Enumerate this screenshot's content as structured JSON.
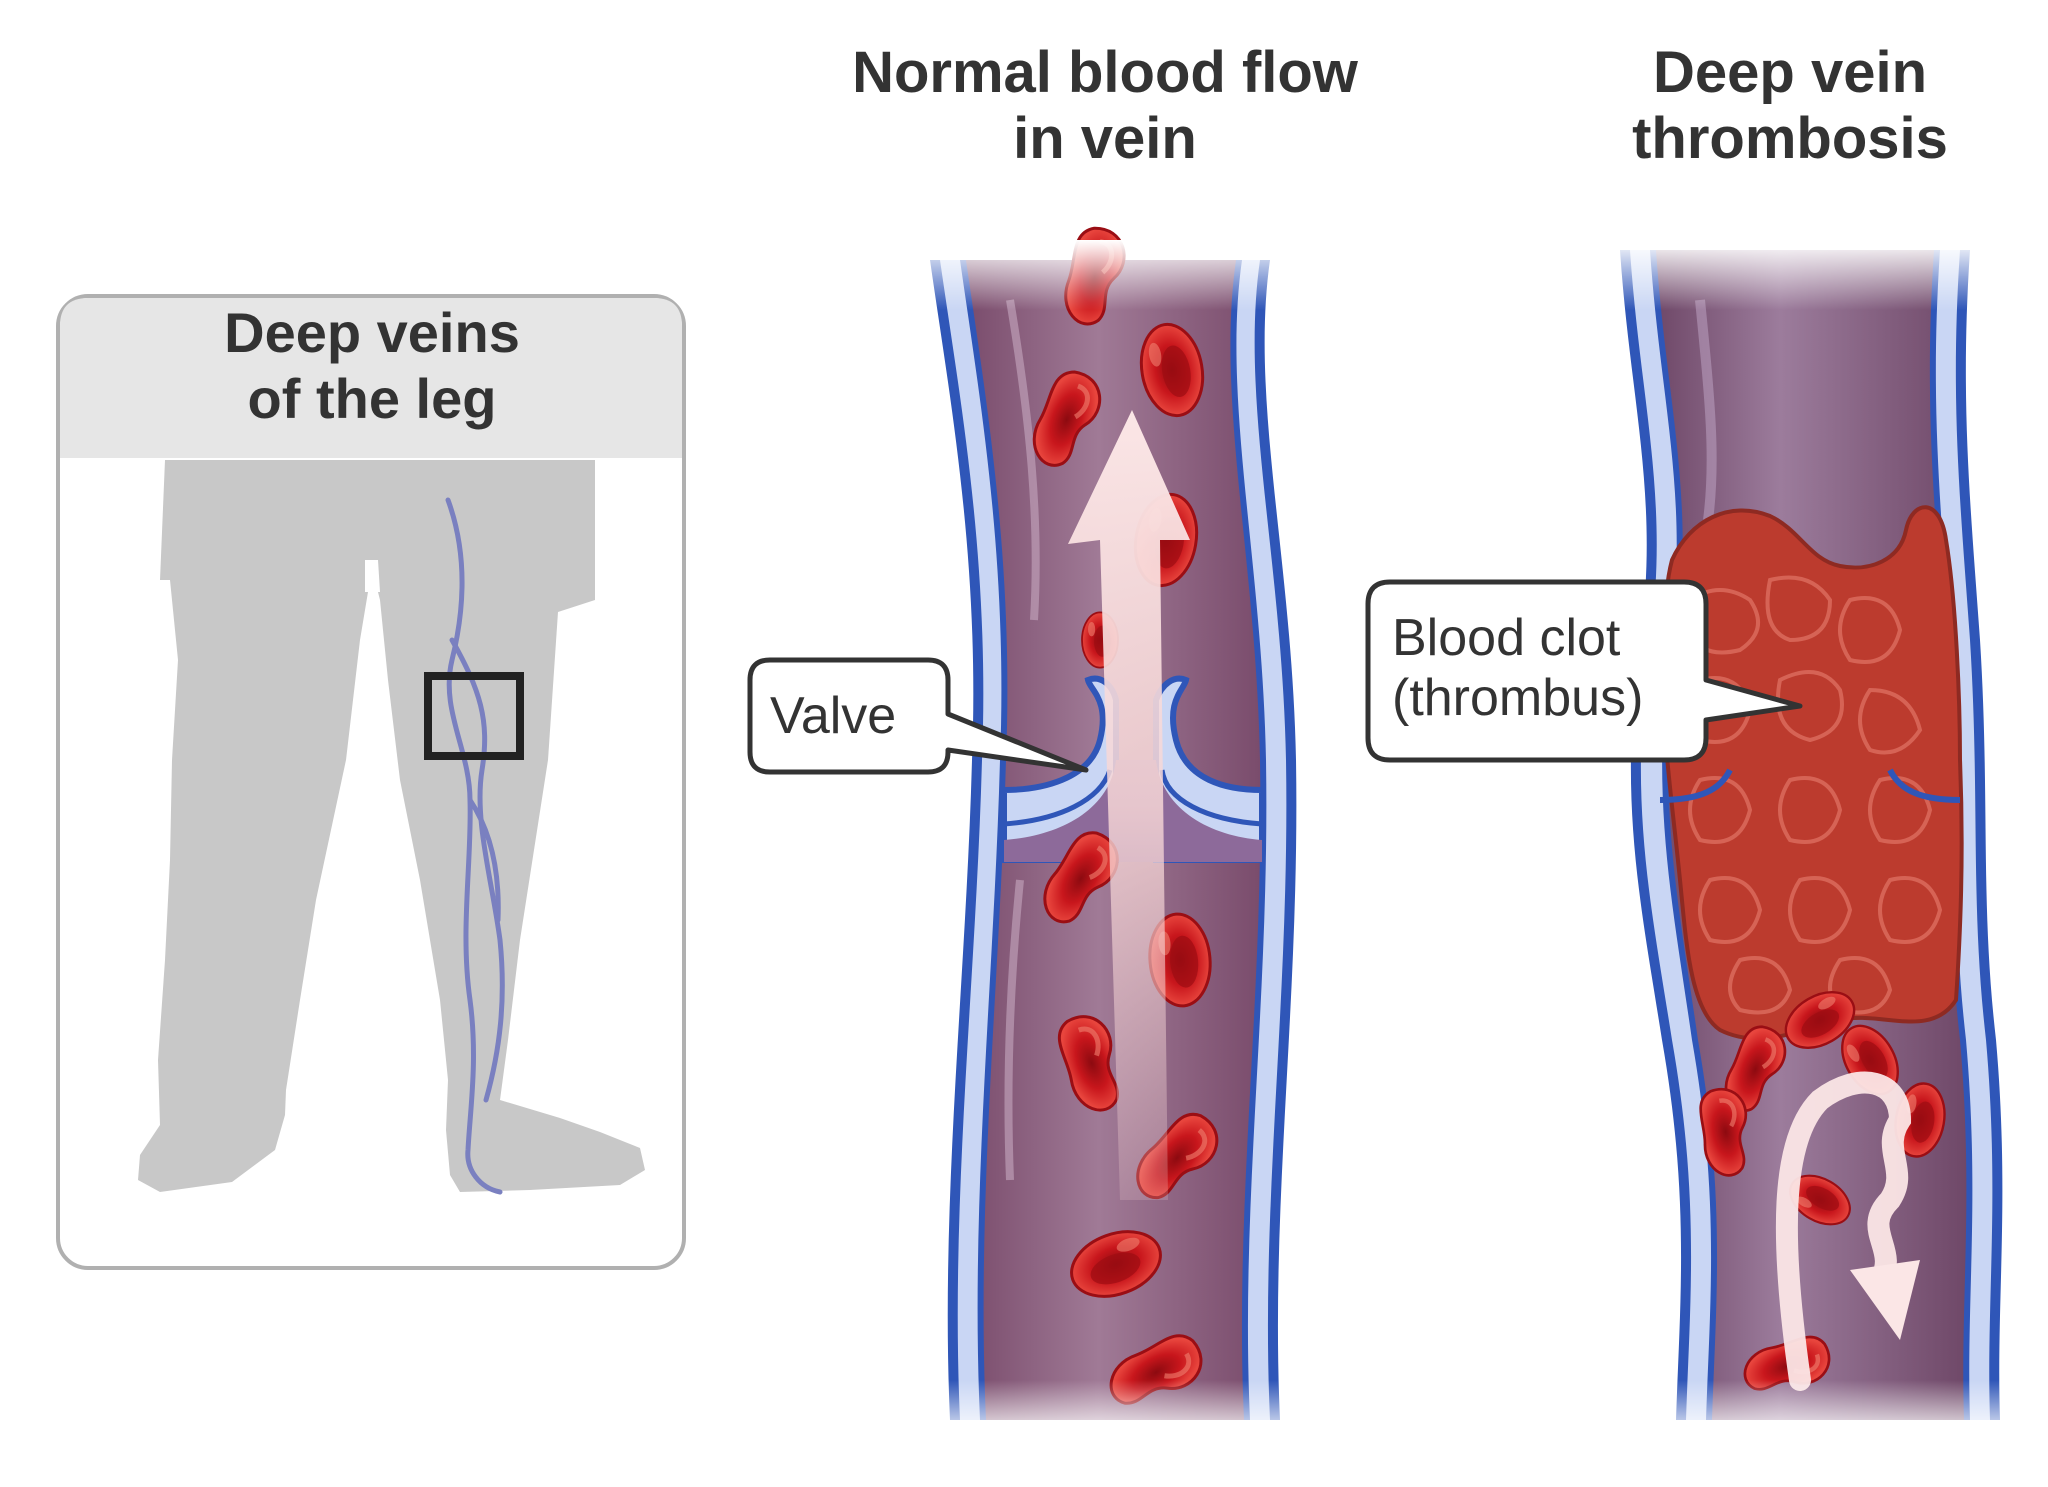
{
  "panels": {
    "leg": {
      "title": "Deep veins\nof the leg",
      "colors": {
        "panel_border": "#b0b0b0",
        "header": "#e6e6e6",
        "silhouette": "#c8c8c8",
        "vein": "#7a80c0",
        "marker": "#222222"
      }
    },
    "normal": {
      "title": "Normal blood flow\nin vein",
      "callout": "Valve"
    },
    "dvt": {
      "title": "Deep vein\nthrombosis",
      "callout": "Blood clot\n(thrombus)"
    }
  },
  "colors": {
    "vein_wall_outer": "#2f56b8",
    "vein_wall_inner": "#c9d6f4",
    "lumen": "#8d5f7c",
    "blood_cell": "#c8161c",
    "clot": "#bc3b2e",
    "arrow": "#f5d2d2",
    "callout_border": "#333333",
    "text": "#333333"
  },
  "icons": [
    "red-blood-cell-icon",
    "flow-arrow-icon",
    "leg-silhouette-icon"
  ]
}
